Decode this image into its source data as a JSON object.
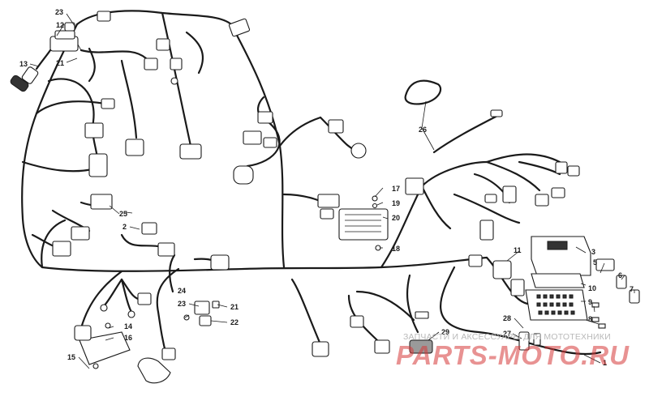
{
  "callouts": {
    "c1": "1",
    "c2": "2",
    "c3": "3",
    "c5": "5",
    "c6": "6",
    "c7": "7",
    "c8": "8",
    "c9": "9",
    "c10": "10",
    "c11": "11",
    "c12": "12",
    "c13": "13",
    "c14": "14",
    "c15": "15",
    "c16": "16",
    "c17": "17",
    "c18": "18",
    "c19": "19",
    "c20": "20",
    "c21a": "21",
    "c21b": "21",
    "c22": "22",
    "c23a": "23",
    "c23b": "23",
    "c24": "24",
    "c25": "25",
    "c26": "26",
    "c27": "27",
    "c28": "28",
    "c29": "29"
  },
  "watermark": {
    "caption": "ЗАПЧАСТИ И АКСЕССУАРЫ ДЛЯ МОТОТЕХНИКИ",
    "logo": "PARTS-MOTO.RU"
  }
}
